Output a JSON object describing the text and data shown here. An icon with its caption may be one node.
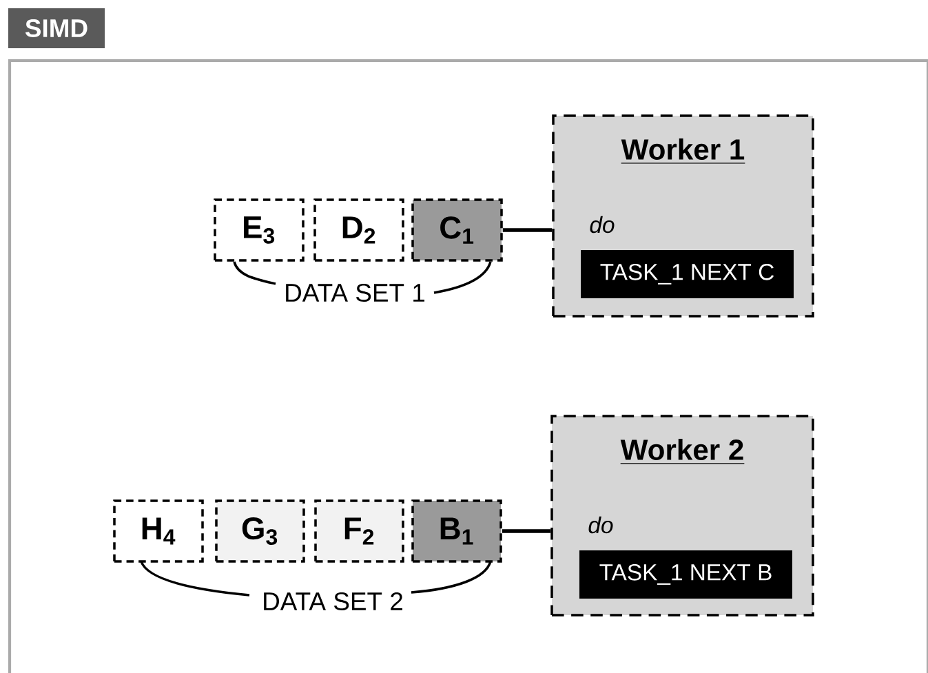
{
  "diagram": {
    "title": "SIMD",
    "nodes": [
      {
        "text": [
          "E$_{3}$"
        ]
      },
      {
        "text": [
          "D$_{2}$"
        ]
      },
      {
        "text": [
          "C$_{1}$"
        ]
      },
      {
        "text": [
          "Worker 1",
          "do"
        ]
      },
      {
        "text": [
          "TASK_1 NEXT C"
        ],
        "in": 3
      },
      {
        "text": [
          "H$_{4}$"
        ]
      },
      {
        "text": [
          "G$_{3}$"
        ]
      },
      {
        "text": [
          "F$_{2}$"
        ]
      },
      {
        "text": [
          "B$_{1}$"
        ]
      },
      {
        "text": [
          "Worker 2",
          "do"
        ]
      },
      {
        "text": [
          "TASK_1 NEXT B"
        ],
        "in": 9
      }
    ],
    "edges": [
      {
        "from": 2,
        "to": 3,
        "arrow": "none"
      },
      {
        "from": 8,
        "to": 9,
        "arrow": "none"
      }
    ],
    "labels": [
      "DATA SET 1",
      "DATA SET 2"
    ]
  }
}
